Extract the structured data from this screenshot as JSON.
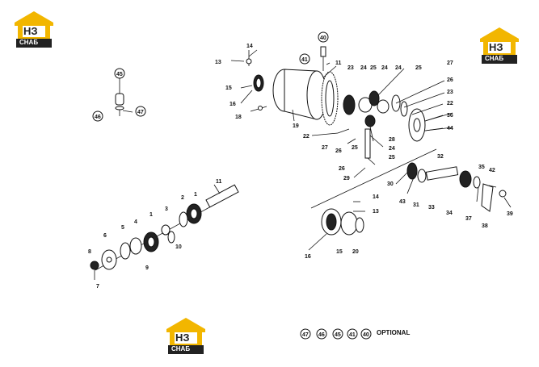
{
  "logo": {
    "mark": "НЗ",
    "sub": "СНАБ"
  },
  "legend": {
    "circled": [
      "47",
      "46",
      "45",
      "41",
      "40"
    ],
    "text": "OPTIONAL"
  },
  "callouts": {
    "c14a": "14",
    "c13a": "13",
    "c40": "40",
    "c41": "41",
    "c11a": "11",
    "c15a": "15",
    "c16a": "16",
    "c18": "18",
    "c19": "19",
    "c23a": "23",
    "c24a": "24",
    "c25a": "25",
    "c24b": "24",
    "c25b": "25",
    "c27a": "27",
    "c26a": "26",
    "c23b": "23",
    "c22a": "22",
    "c36": "36",
    "c44": "44",
    "c22b": "22",
    "c27b": "27",
    "c26b": "26",
    "c25c": "25",
    "c28": "28",
    "c24c": "24",
    "c25d": "25",
    "c26c": "26",
    "c29": "29",
    "c45": "45",
    "c46": "46",
    "c47": "47",
    "c32": "32",
    "c35": "35",
    "c42": "42",
    "c30": "30",
    "c43": "43",
    "c31": "31",
    "c33": "33",
    "c34": "34",
    "c37": "37",
    "c38": "38",
    "c39": "39",
    "c11b": "11",
    "c1a": "1",
    "c2": "2",
    "c3": "3",
    "c1b": "1",
    "c4": "4",
    "c5": "5",
    "c6": "6",
    "c8": "8",
    "c7": "7",
    "c9": "9",
    "c10": "10",
    "c14b": "14",
    "c13b": "13",
    "c16b": "16",
    "c15b": "15",
    "c20": "20"
  }
}
